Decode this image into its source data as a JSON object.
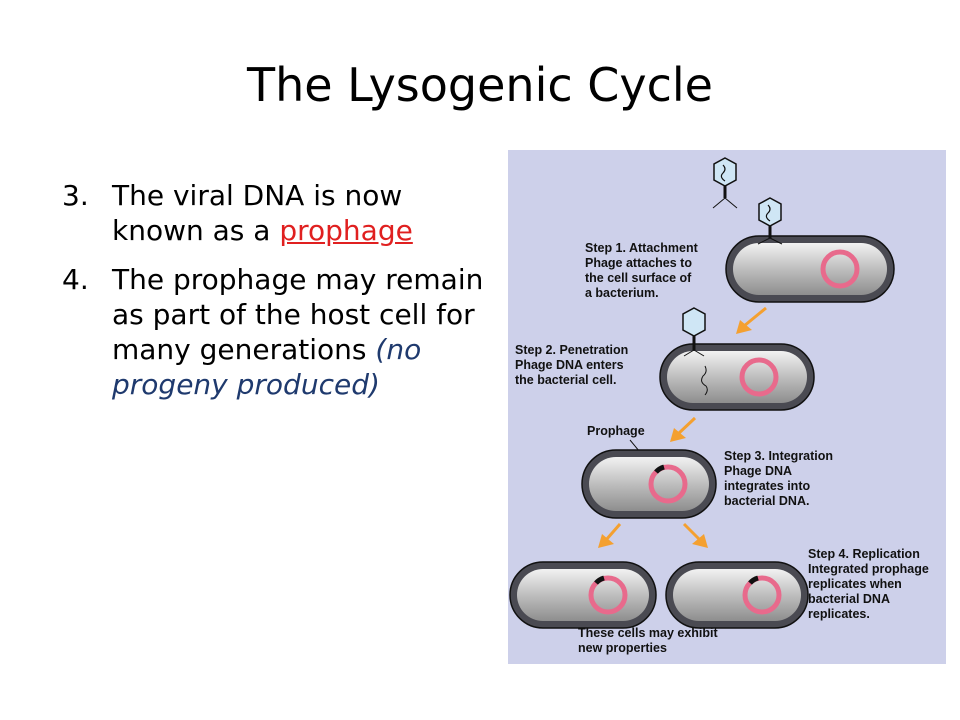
{
  "title": "The Lysogenic Cycle",
  "bullets": [
    {
      "number": "3.",
      "text_before": "The viral DNA is now known as a ",
      "link_text": "prophage",
      "text_after": "",
      "emphasis": ""
    },
    {
      "number": "4.",
      "text_before": "The prophage may remain as part of the host cell for many generations ",
      "link_text": "",
      "text_after": "",
      "emphasis": "(no progeny produced)"
    }
  ],
  "figure": {
    "step1": [
      "Step 1. Attachment",
      "Phage attaches to",
      "the cell surface of",
      "a bacterium."
    ],
    "step2": [
      "Step 2. Penetration",
      "Phage DNA enters",
      "the bacterial cell."
    ],
    "prophage_label": "Prophage",
    "step3": [
      "Step 3. Integration",
      "Phage DNA",
      "integrates into",
      "bacterial DNA."
    ],
    "step4": [
      "Step 4. Replication",
      "Integrated prophage",
      "replicates when",
      "bacterial DNA",
      "replicates."
    ],
    "caption": [
      "These cells may exhibit",
      "new properties"
    ]
  },
  "colors": {
    "figure_bg": "#cdd0ea",
    "link": "#e02020",
    "emphasis": "#1f3a6e",
    "arrow": "#f4a030",
    "dna_ring": "#e86a8c"
  }
}
